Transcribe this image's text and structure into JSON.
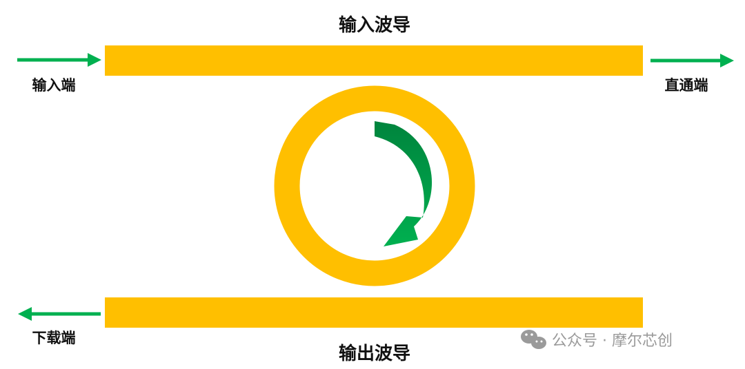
{
  "labels": {
    "input_waveguide": "输入波导",
    "output_waveguide": "输出波导",
    "input_port": "输入端",
    "through_port": "直通端",
    "drop_port": "下载端"
  },
  "watermark": {
    "text": "公众号 · 摩尔芯创",
    "icon": "wechat-icon"
  },
  "colors": {
    "waveguide": "#FFBF00",
    "arrow_green": "#00B050",
    "ring_arrow_dark": "#00843D",
    "text": "#111111",
    "watermark": "#9A9A9A"
  }
}
